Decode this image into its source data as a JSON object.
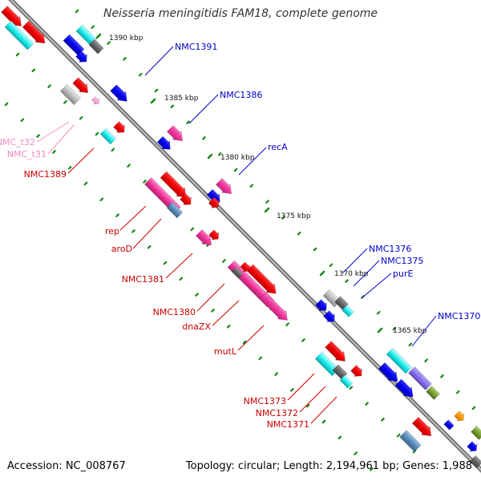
{
  "title": "Neisseria meningitidis FAM18, complete genome",
  "footer": {
    "accession": "Accession: NC_008767",
    "summary": "Topology: circular; Length: 2,194,961 bp; Genes: 1,988"
  },
  "colors": {
    "backbone": "#8c8c8c",
    "tick": "#118811",
    "scale_text": "#111111",
    "label_blue": "#0000cc",
    "label_red": "#cc0000",
    "label_pink": "#f28cc0"
  },
  "scale": [
    {
      "label": "1390 kbp"
    },
    {
      "label": "1385 kbp"
    },
    {
      "label": "1380 kbp"
    },
    {
      "label": "1375 kbp"
    },
    {
      "label": "1370 kbp"
    },
    {
      "label": "1365 kbp"
    }
  ],
  "labels": [
    {
      "name": "NMC1391",
      "color": "blue"
    },
    {
      "name": "NMC1386",
      "color": "blue"
    },
    {
      "name": "recA",
      "color": "blue"
    },
    {
      "name": "NMC1376",
      "color": "blue"
    },
    {
      "name": "NMC1375",
      "color": "blue"
    },
    {
      "name": "purE",
      "color": "blue"
    },
    {
      "name": "NMC1370",
      "color": "blue"
    },
    {
      "name": "NMC_t32",
      "color": "pink"
    },
    {
      "name": "NMC_t31",
      "color": "pink"
    },
    {
      "name": "NMC1389",
      "color": "red"
    },
    {
      "name": "rep",
      "color": "red"
    },
    {
      "name": "aroD",
      "color": "red"
    },
    {
      "name": "NMC1381",
      "color": "red"
    },
    {
      "name": "NMC1380",
      "color": "red"
    },
    {
      "name": "dnaZX",
      "color": "red"
    },
    {
      "name": "mutL",
      "color": "red"
    },
    {
      "name": "NMC1373",
      "color": "red"
    },
    {
      "name": "NMC1372",
      "color": "red"
    },
    {
      "name": "NMC1371",
      "color": "red"
    }
  ]
}
